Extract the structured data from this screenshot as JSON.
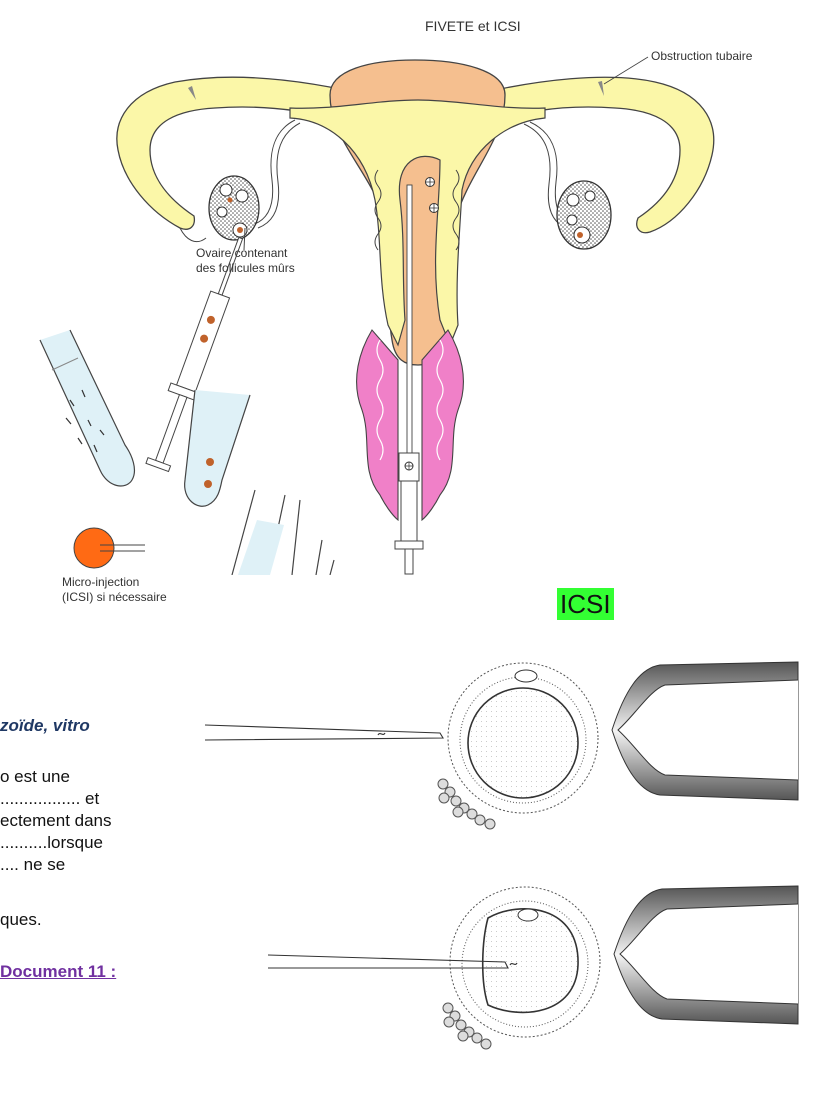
{
  "figure_title": "FIVETE et ICSI",
  "labels": {
    "obstruction": "Obstruction tubaire",
    "ovary_line1": "Ovaire contenant",
    "ovary_line2": "des follicules mûrs",
    "micro_line1": "Micro-injection",
    "micro_line2": "(ICSI) si  nécessaire"
  },
  "icsi_badge": "ICSI",
  "cut_text": {
    "title_fragment": "zoïde, vitro",
    "lines": [
      "o est une",
      "................. et",
      "ectement dans",
      "..........lorsque",
      ".... ne se",
      "ques."
    ],
    "doc_link": "Document 11 :"
  },
  "colors": {
    "tube": "#fbf7a8",
    "uterus_inner": "#fbf7a8",
    "uterus_wall": "#f5bf8f",
    "vagina": "#f080c8",
    "liquid": "#dff1f7",
    "egg_orange": "#ff6a14",
    "icsi_green": "#33ff33"
  }
}
